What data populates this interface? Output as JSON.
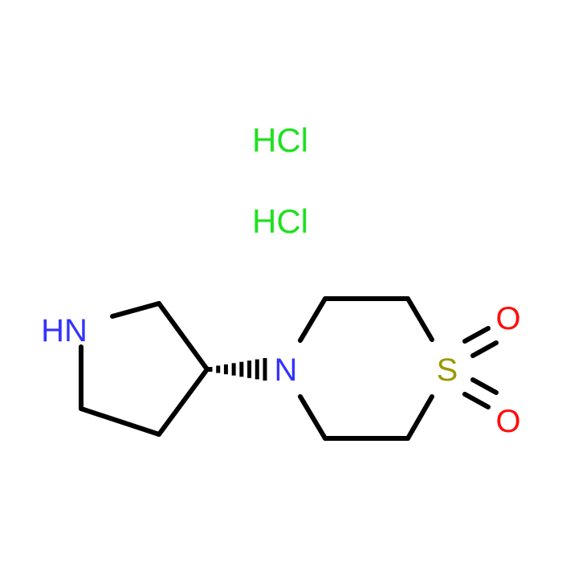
{
  "molecule": {
    "salts": [
      {
        "label": "HCl"
      },
      {
        "label": "HCl"
      }
    ],
    "atoms": {
      "nh": {
        "label": "HN"
      },
      "n": {
        "label": "N"
      },
      "s": {
        "label": "S"
      },
      "o1": {
        "label": "O"
      },
      "o2": {
        "label": "O"
      }
    }
  },
  "colors": {
    "bond": "#000000",
    "nitrogen": "#3333ff",
    "sulfur": "#999900",
    "oxygen": "#ff0d0d",
    "chlorine": "#1fe01f"
  }
}
